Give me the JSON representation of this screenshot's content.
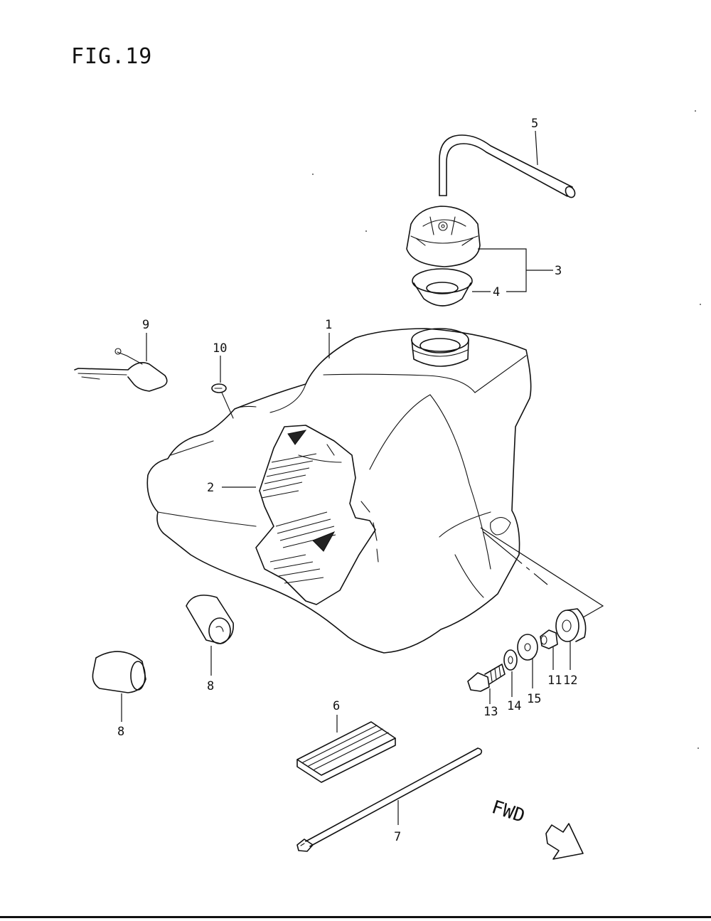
{
  "figure": {
    "title": "FIG.19"
  },
  "callouts": {
    "c1": "1",
    "c2": "2",
    "c3": "3",
    "c4": "4",
    "c5": "5",
    "c6": "6",
    "c7": "7",
    "c8a": "8",
    "c8b": "8",
    "c9": "9",
    "c10": "10",
    "c11": "11",
    "c12": "12",
    "c13": "13",
    "c14": "14",
    "c15": "15"
  },
  "direction": {
    "label": "FWD"
  }
}
